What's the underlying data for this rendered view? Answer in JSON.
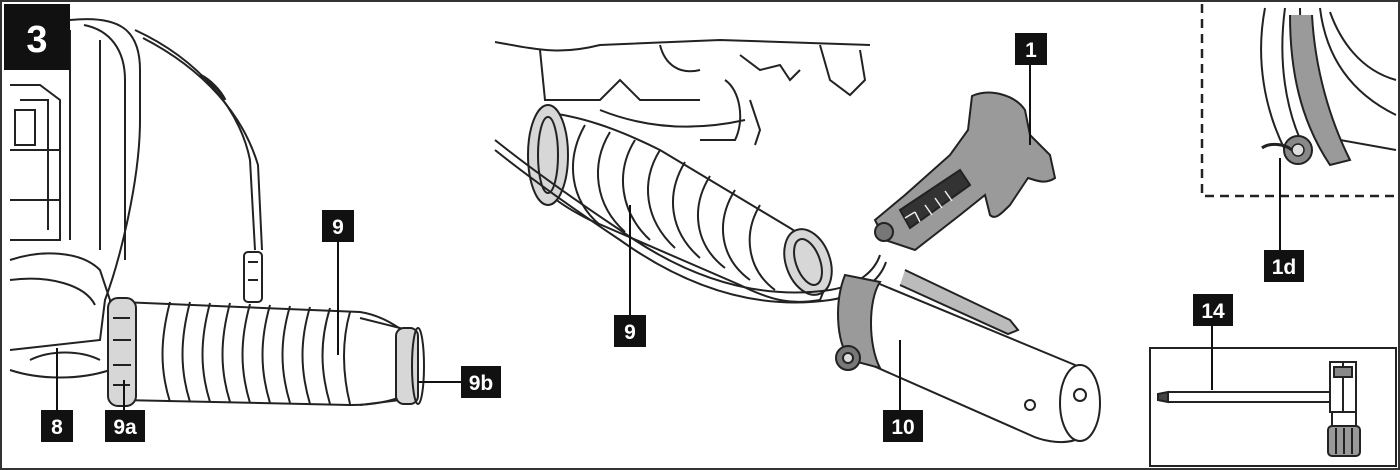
{
  "step": {
    "number": "3"
  },
  "callouts": {
    "handle": "1",
    "knob": "1d",
    "coupler": "8",
    "tube": "9",
    "tube_right": "9",
    "tube_clamp_left": "9a",
    "tube_clamp_right": "9b",
    "grip_tube": "10",
    "tool": "14"
  },
  "colors": {
    "ink": "#111111",
    "line": "#333333",
    "shade": "#9a9a9a",
    "paper": "#ffffff"
  }
}
